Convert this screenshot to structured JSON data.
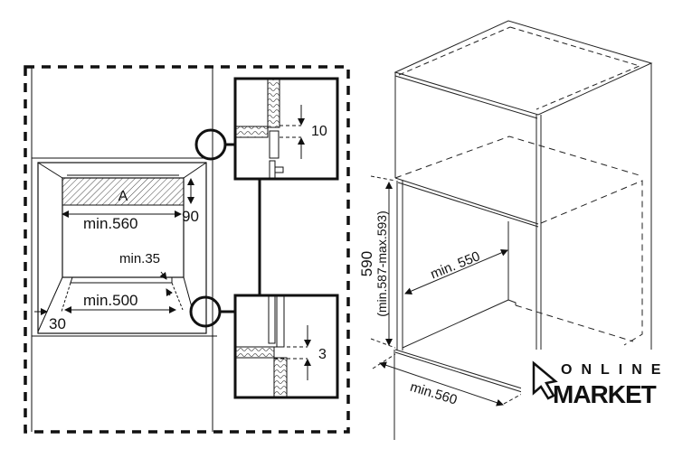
{
  "front_view": {
    "panel_label": "A",
    "width_min": "min.560",
    "panel_height": "90",
    "side_gap_min": "min.35",
    "bottom_width_min": "min.500",
    "bottom_depth": "30",
    "top_detail_gap": "10",
    "bottom_detail_gap": "3"
  },
  "cabinet_view": {
    "height": "590",
    "height_range": "(min.587-max.593)",
    "depth_min": "min. 550",
    "width_min": "min.560"
  },
  "logo": {
    "line1": "ONLINE",
    "line2": "MARKET"
  }
}
